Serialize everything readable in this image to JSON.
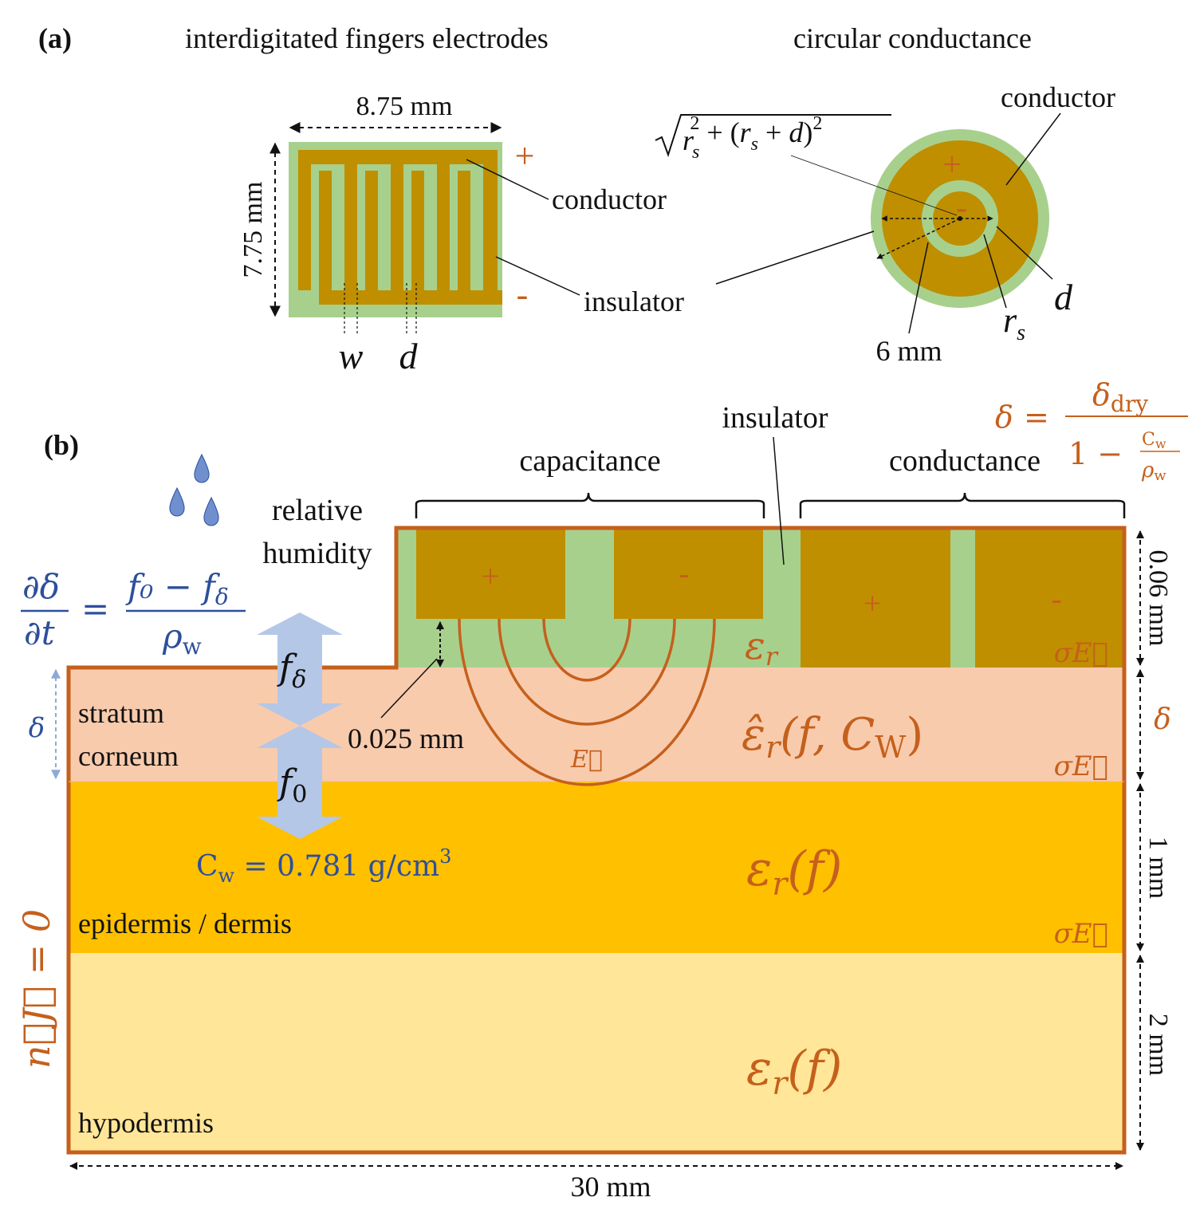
{
  "colors": {
    "insulator": "#a8d08d",
    "conductor": "#bf8f00",
    "stratum_corneum": "#f8cbad",
    "epidermis_dermis": "#ffc000",
    "hypodermis": "#ffe699",
    "outline": "#c5601c",
    "arrow": "#b4c7e7",
    "water": "#2d4f9c"
  },
  "panel_a": {
    "label": "(a)",
    "title_left": "interdigitated fingers electrodes",
    "title_right": "circular conductance",
    "idc": {
      "width_label": "8.75 mm",
      "height_label": "7.75 mm",
      "plus": "+",
      "minus": "-",
      "conductor_label": "conductor",
      "insulator_label": "insulator",
      "w_label": "w",
      "d_label": "d"
    },
    "circ": {
      "formula": "√(r_s² + (r_s + d)²)",
      "formula_parts": {
        "root": "√",
        "r": "r",
        "s": "s",
        "sq": "2",
        "plus": " + (",
        "d": "d",
        "close": ")"
      },
      "conductor_label": "conductor",
      "plus": "+",
      "minus": "-",
      "diameter_label": "6 mm",
      "rs_label": "r",
      "rs_sub": "s",
      "d_label": "d"
    }
  },
  "panel_b": {
    "label": "(b)",
    "capacitance_label": "capacitance",
    "conductance_label": "conductance",
    "insulator_label": "insulator",
    "rh_line1": "relative",
    "rh_line2": "humidity",
    "delta_formula": {
      "lhs": "δ",
      "eq": "=",
      "num": "δ",
      "num_sub": "dry",
      "den_one": "1 −",
      "den_num": "C",
      "den_num_sub": "w",
      "den_den": "ρ",
      "den_den_sub": "w"
    },
    "ode": {
      "num_lhs": "∂δ",
      "den_lhs": "∂t",
      "eq": "=",
      "num_rhs": "f₀ − f",
      "num_rhs_sub": "δ",
      "den_rhs": "ρ",
      "den_rhs_sub": "w"
    },
    "f_delta": "f",
    "f_delta_sub": "δ",
    "f_zero": "f",
    "f_zero_sub": "0",
    "cw_label": "C",
    "cw_sub": "w",
    "cw_value": " = 0.781 g/cm",
    "cw_exp": "3",
    "layer_sc_line1": "stratum",
    "layer_sc_line2": "corneum",
    "layer_ed": "epidermis / dermis",
    "layer_hypo": "hypodermis",
    "eps_r": "ε",
    "eps_sub": "r",
    "eps_sc": "ε̂",
    "eps_sc_args": "(f, C",
    "eps_sc_args_sub": "W",
    "eps_sc_close": ")",
    "eps_f": "(f)",
    "sigma_e": "σE⃗",
    "e_field": "E⃗",
    "plus": "+",
    "minus": "-",
    "thick_sensor": "0.06 mm",
    "thick_sc": "δ",
    "thick_ed": "1 mm",
    "thick_hypo": "2 mm",
    "gap_label": "0.025 mm",
    "width_label": "30 mm",
    "delta_side": "δ",
    "bc_label": "n⃗J⃗ = 0"
  }
}
